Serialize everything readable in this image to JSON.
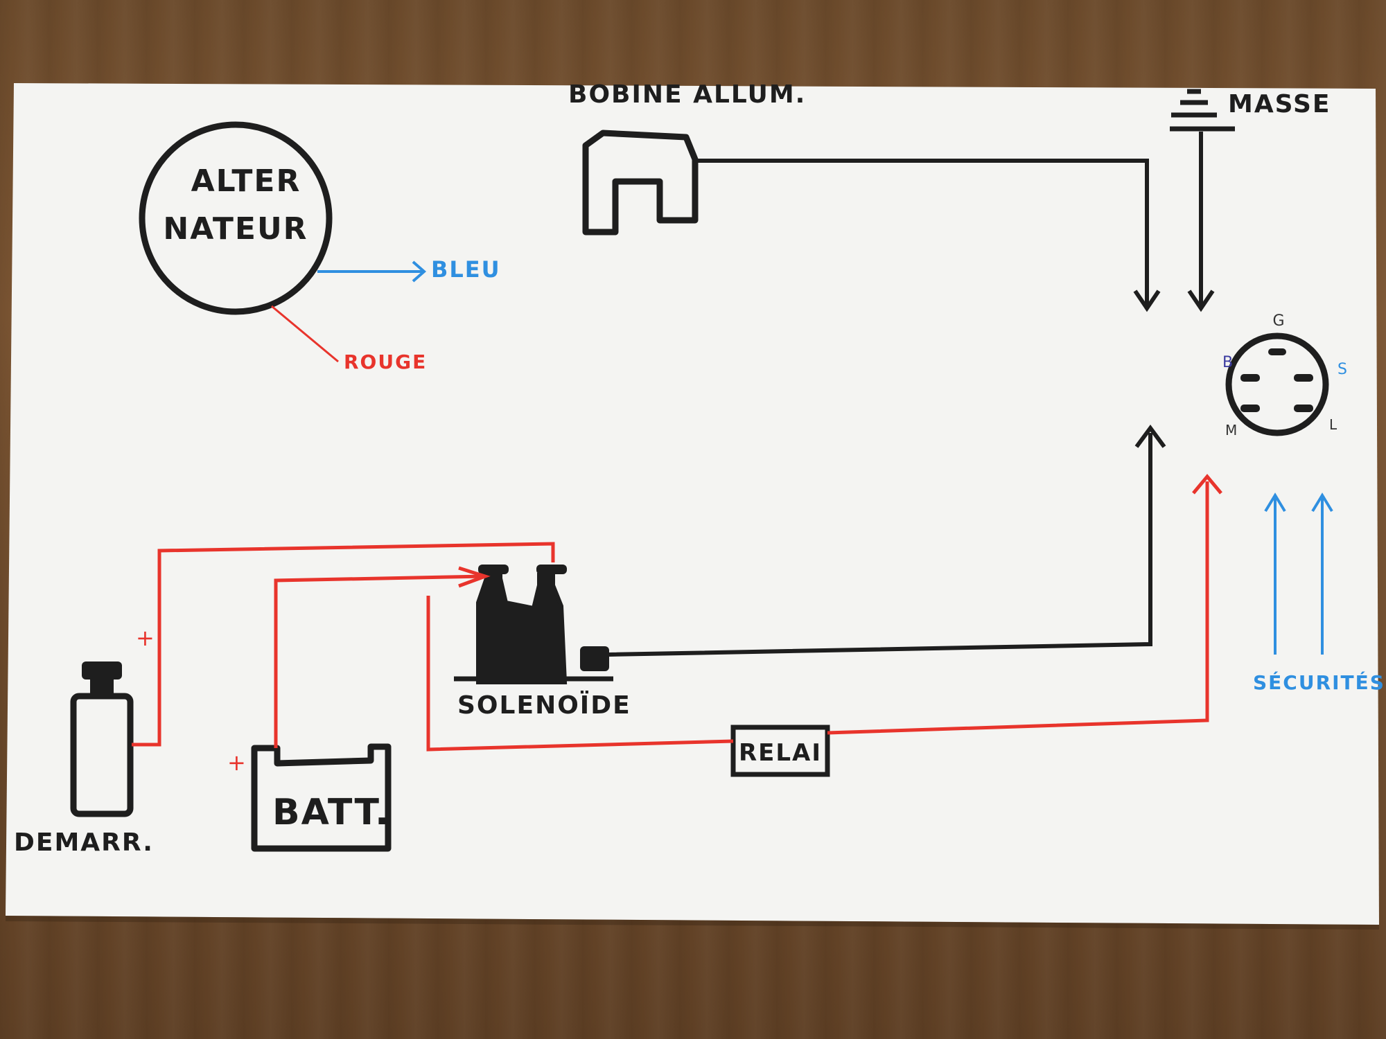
{
  "colors": {
    "ink_black": "#1e1e1e",
    "ink_red": "#e8342c",
    "ink_blue": "#2f8fe0",
    "paper": "#f4f4f2"
  },
  "labels": {
    "alternator_line1": "ALTER",
    "alternator_line2": "NATEUR",
    "coil": "BOBINE ALLUM.",
    "ground": "MASSE",
    "blue_wire": "BLEU",
    "red_wire": "ROUGE",
    "solenoid": "SOLENOÏDE",
    "battery": "BATT.",
    "starter": "DEMARR.",
    "relay": "RELAI",
    "safeties": "SÉCURITÉS",
    "plus_starter": "+",
    "plus_battery": "+"
  },
  "switch_pins": {
    "g": "G",
    "b": "B",
    "s": "S",
    "m": "M",
    "l": "L"
  }
}
